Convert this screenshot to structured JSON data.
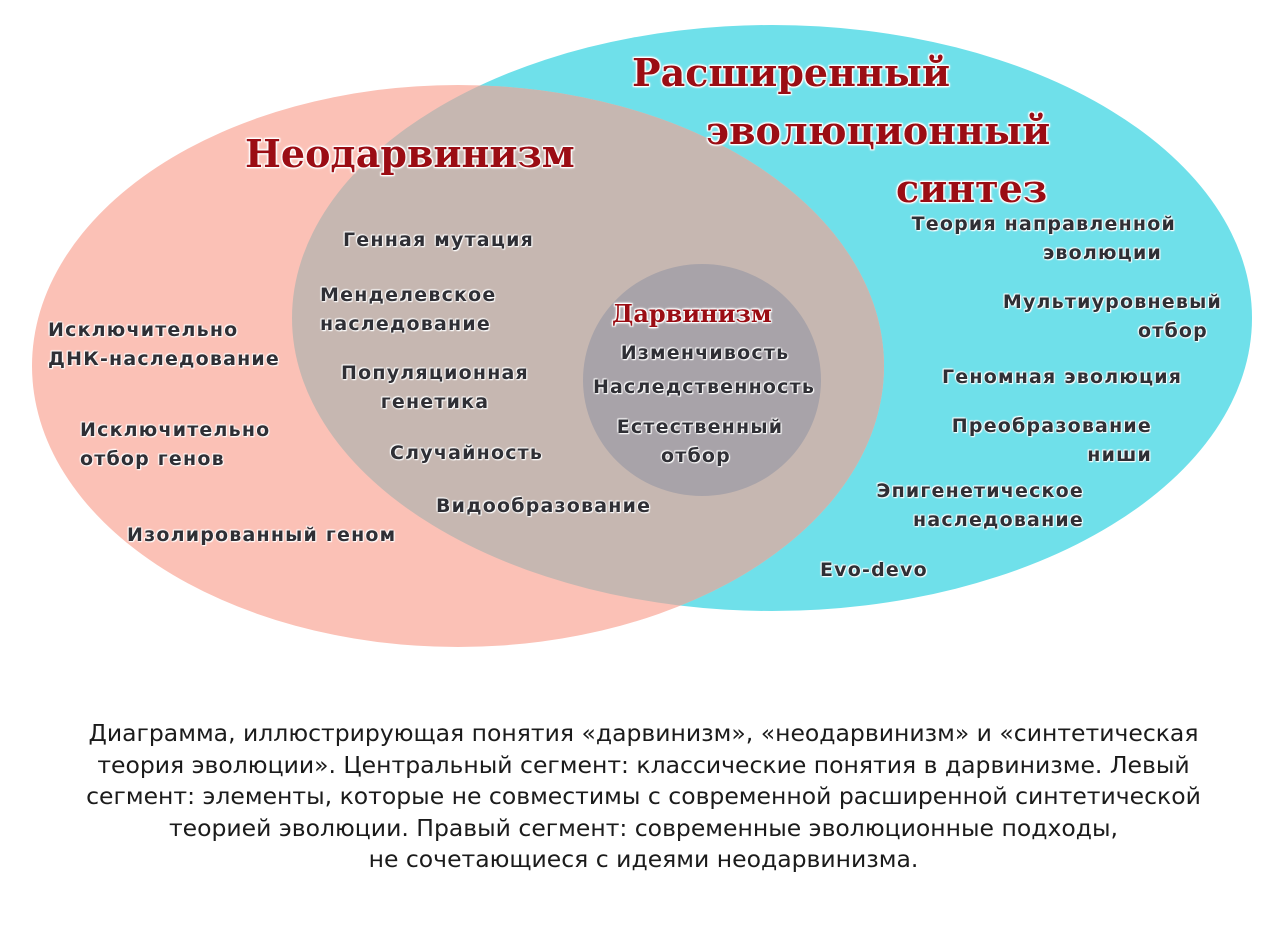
{
  "colors": {
    "neo_darwinism_fill": "#fbc1b6",
    "extended_synthesis_fill": "#6fe0ea",
    "overlap_fill": "#c6b7b1",
    "darwinism_fill": "#a8a3a9",
    "title_color": "#9b0d14",
    "label_color": "#2f2f35"
  },
  "titles": {
    "neo_darwinism": "Неодарвинизм",
    "extended_synthesis": [
      "Расширенный",
      "эволюционный",
      "синтез"
    ],
    "darwinism": "Дарвинизм"
  },
  "left_segment": {
    "items": [
      [
        "Исключительно",
        "ДНК-наследование"
      ],
      [
        "Исключительно",
        "отбор генов"
      ],
      [
        "Изолированный геном"
      ]
    ]
  },
  "overlap_segment": {
    "items": [
      [
        "Генная мутация"
      ],
      [
        "Менделевское",
        "наследование"
      ],
      [
        "Популяционная",
        "генетика"
      ],
      [
        "Случайность"
      ],
      [
        "Видообразование"
      ]
    ]
  },
  "center_segment": {
    "items": [
      [
        "Изменчивость"
      ],
      [
        "Наследственность"
      ],
      [
        "Естественный",
        "отбор"
      ]
    ]
  },
  "right_segment": {
    "items": [
      [
        "Теория направленной",
        "эволюции"
      ],
      [
        "Мультиуровневый",
        "отбор"
      ],
      [
        "Геномная эволюция"
      ],
      [
        "Преобразование",
        "ниши"
      ],
      [
        "Эпигенетическое",
        "наследование"
      ],
      [
        "Evo-devo"
      ]
    ]
  },
  "caption": {
    "lines": [
      "Диаграмма, иллюстрирующая понятия «дарвинизм», «неодарвинизм» и «синтетическая",
      "теория эволюции». Центральный сегмент: классические понятия в дарвинизме. Левый",
      "сегмент: элементы, которые не совместимы с современной расширенной синтетической",
      "теорией эволюции. Правый сегмент: современные эволюционные подходы,",
      "не сочетающиеся с идеями неодарвинизма."
    ]
  }
}
